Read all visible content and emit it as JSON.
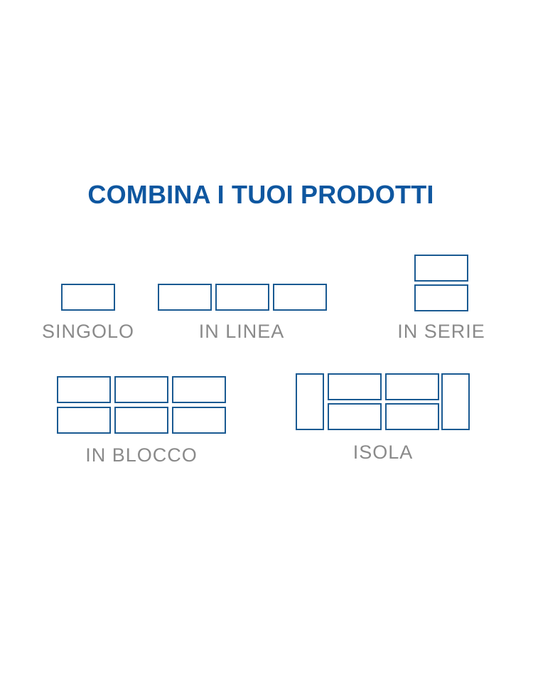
{
  "title": "COMBINA I TUOI PRODOTTI",
  "colors": {
    "title": "#0f57a0",
    "outline": "#1a5a92",
    "label": "#8a8a8a",
    "background": "#ffffff"
  },
  "configurations": {
    "singolo": {
      "label": "SINGOLO",
      "modules": 1
    },
    "in_linea": {
      "label": "IN LINEA",
      "modules": 3
    },
    "in_serie": {
      "label": "IN SERIE",
      "modules": 2
    },
    "in_blocco": {
      "label": "IN BLOCCO",
      "modules": 6
    },
    "isola": {
      "label": "ISOLA",
      "modules": 6
    }
  }
}
